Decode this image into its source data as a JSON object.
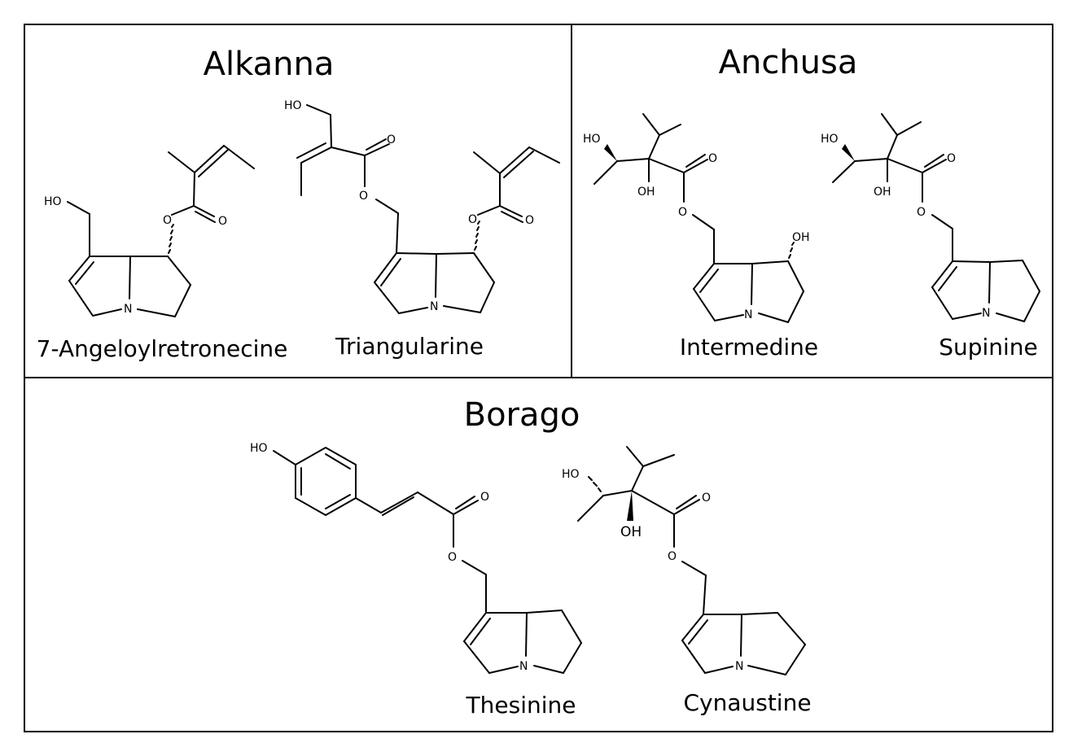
{
  "panels": {
    "alkanna": {
      "genus": "Alkanna",
      "compounds": [
        "7-Angeloylretronecine",
        "Triangularine"
      ]
    },
    "anchusa": {
      "genus": "Anchusa",
      "compounds": [
        "Intermedine",
        "Supinine"
      ]
    },
    "borago": {
      "genus": "Borago",
      "compounds": [
        "Thesinine",
        "Cynaustine"
      ]
    }
  },
  "atom_labels": {
    "hydroxyl_left": "HO",
    "hydroxyl_right": "OH",
    "oxygen": "O",
    "nitrogen": "N"
  }
}
